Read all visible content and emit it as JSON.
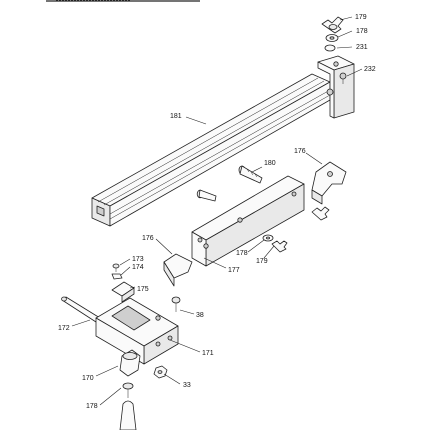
{
  "diagram": {
    "callouts": {
      "c179a": "179",
      "c178a": "178",
      "c231": "231",
      "c232": "232",
      "c181": "181",
      "c180": "180",
      "c176a": "176",
      "c176b": "176",
      "c178b": "178",
      "c179b": "179",
      "c177": "177",
      "c173": "173",
      "c174": "174",
      "c175": "175",
      "c38": "38",
      "c172": "172",
      "c171": "171",
      "c170": "170",
      "c33": "33",
      "c178c": "178"
    }
  }
}
